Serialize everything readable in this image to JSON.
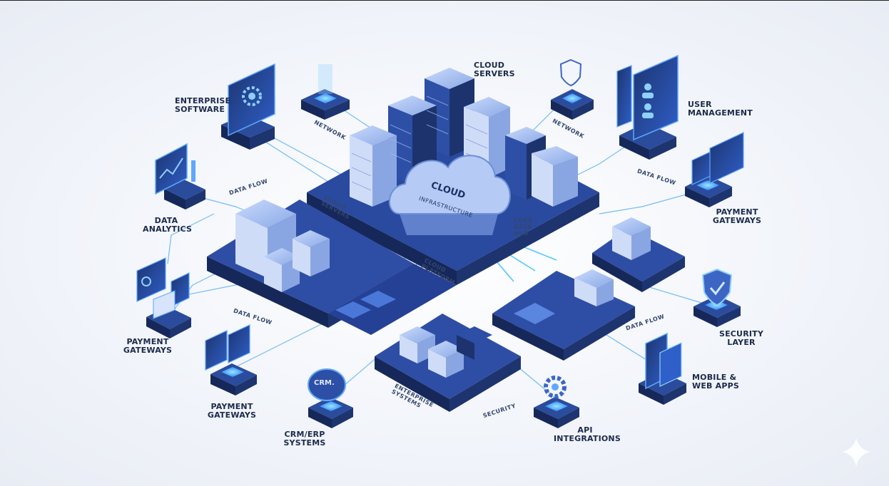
{
  "labels": {
    "cloud_servers_top": "Cloud\nServers",
    "enterprise_software": "Enterprise\nSoftware",
    "user_management": "User\nManagement",
    "data_analytics": "Data\nAnalytics",
    "payment_gateways_right": "Payment\nGateways",
    "payment_gateways_left": "Payment\nGateways",
    "payment_gateways_bottom": "Payment\nGateways",
    "security_layer": "Security\nLayer",
    "mobile_web_apps": "Mobile &\nWeb Apps",
    "api_integrations": "API\nIntegrations",
    "crm_erp_systems": "CRM/ERP\nSystems"
  },
  "platform_text": {
    "cloud": "Cloud",
    "infrastructure": "Infrastructure",
    "cloud_servers": "Cloud\nServers",
    "core_data_hub": "Core\nData\nHub",
    "cloud_platform": "Cloud\nPlatform",
    "enterprise_systems": "Enterprise\nSystems",
    "crm_sign": "CRM."
  },
  "flow_text": {
    "network_left": "Network",
    "network_right": "Network",
    "data_flow_1": "Data Flow",
    "data_flow_2": "Data Flow",
    "data_flow_3": "Data Flow",
    "data_flow_4": "Data Flow",
    "security": "Security"
  },
  "colors": {
    "dark_navy": "#1e3163",
    "mid_blue": "#3d66c4",
    "light_blue": "#a9c2f0",
    "glow_cyan": "#37b9ff",
    "label_text": "#1b2a4a"
  },
  "icons": {
    "gear": "gear-icon",
    "chart": "chart-icon",
    "shield": "shield-icon",
    "users": "users-icon",
    "dollar": "dollar-icon",
    "sparkle": "sparkle-icon"
  }
}
